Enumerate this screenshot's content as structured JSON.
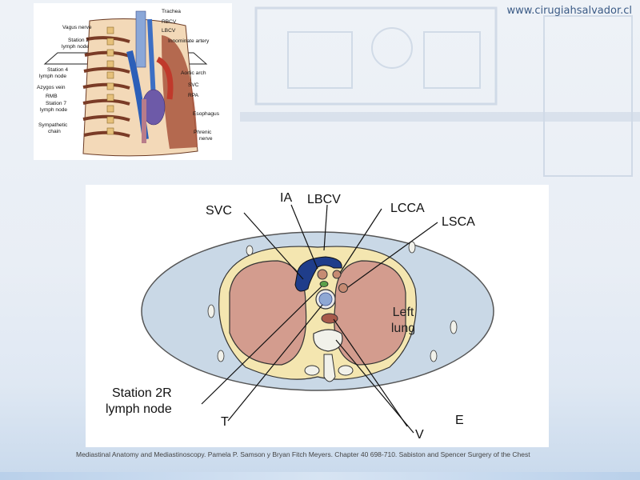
{
  "watermark": {
    "url": "www.cirugiahsalvador.cl"
  },
  "inset": {
    "left_labels": [
      "Vagus nerve",
      "Station 2",
      "lymph node",
      "Station 4",
      "lymph node",
      "Azygos vein",
      "RMB",
      "Station 7",
      "lymph node",
      "Sympathetic",
      "chain"
    ],
    "right_labels": [
      "Trachea",
      "RBCV",
      "LBCV",
      "Innominate artery",
      "Aortic arch",
      "SVC",
      "RPA",
      "Esophagus",
      "Phrenic",
      "nerve"
    ]
  },
  "diagram": {
    "labels": {
      "svc": "SVC",
      "ia": "IA",
      "lbcv": "LBCV",
      "lcca": "LCCA",
      "lsca": "LSCA",
      "station_line1": "Station 2R",
      "station_line2": "lymph node",
      "t": "T",
      "v": "V",
      "e": "E",
      "left_lung_line1": "Left",
      "left_lung_line2": "lung"
    }
  },
  "citation": "Mediastinal Anatomy and Mediastinoscopy. Pamela P. Samson y Bryan Fitch Meyers. Chapter 40  698-710. Sabiston and Spencer Surgery of the Chest"
}
